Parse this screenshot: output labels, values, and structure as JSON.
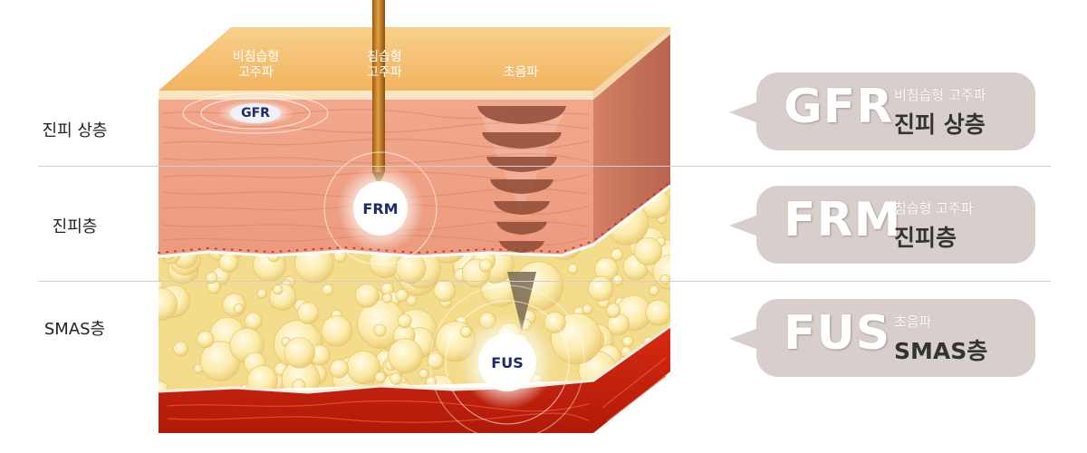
{
  "layer_labels": {
    "upper_dermis": "진피 상층",
    "dermis": "진피층",
    "smas": "SMAS층"
  },
  "top_labels": {
    "non_invasive": [
      "비침습형",
      "고주파"
    ],
    "invasive": [
      "침습형",
      "고주파"
    ],
    "ultrasound": "초음파"
  },
  "markers": {
    "gfr": "GFR",
    "frm": "FRM",
    "fus": "FUS"
  },
  "legend": [
    {
      "code": "GFR",
      "type": "비침습형 고주파",
      "layer": "진피 상층"
    },
    {
      "code": "FRM",
      "type": "침습형 고주파",
      "layer": "진피층"
    },
    {
      "code": "FUS",
      "type": "초음파",
      "layer": "SMAS층"
    }
  ],
  "colors": {
    "top_surface": "#f6c27a",
    "epidermis": "#fbe5c0",
    "dermis": "#f0a58a",
    "dermis_side": "#c96f5c",
    "fat": "#f8e7a0",
    "muscle": "#c8210f",
    "bubble": "#d8cfcd",
    "marker_text": "#1f2a6b"
  }
}
